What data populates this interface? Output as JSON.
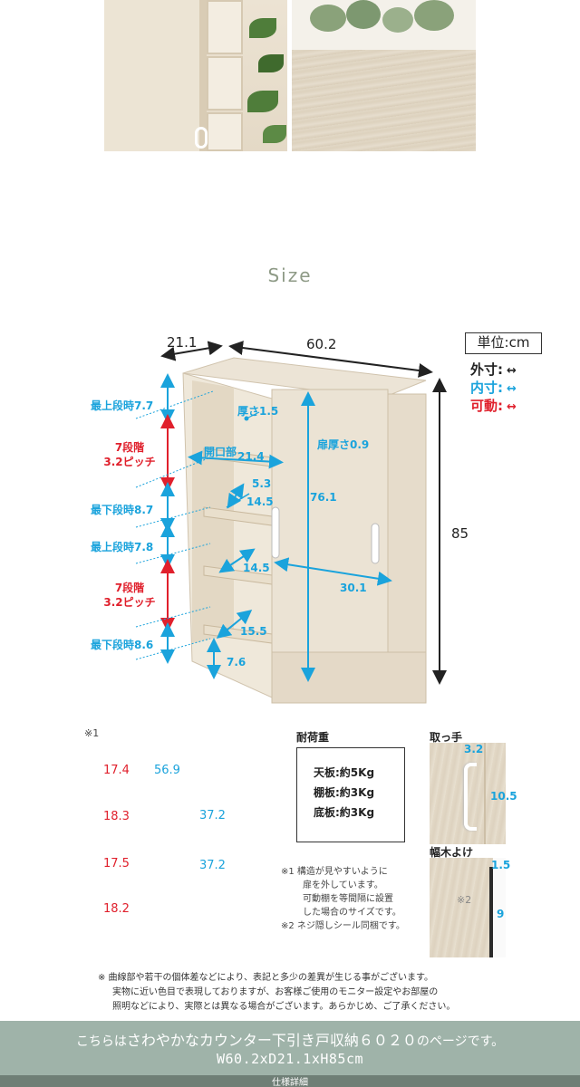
{
  "size_title": "Size",
  "main": {
    "depth": "21.1",
    "width": "60.2",
    "height": "85",
    "top_gap": "最上段時7.7",
    "steps_top_line1": "7段階",
    "steps_top_line2": "3.2ピッチ",
    "bottom_gap_top": "最下段時8.7",
    "top_gap_bottom": "最上段時7.8",
    "steps_bottom_line1": "7段階",
    "steps_bottom_line2": "3.2ピッチ",
    "bottom_gap_bottom": "最下段時8.6",
    "shelf_thickness": "厚さ1.5",
    "opening_label": "開口部",
    "opening_value": "21.4",
    "v53": "5.3",
    "v145a": "14.5",
    "v145b": "14.5",
    "v155": "15.5",
    "v76": "7.6",
    "door_thickness": "扉厚さ0.9",
    "inner_height": "76.1",
    "inner_width": "30.1"
  },
  "legend": {
    "unit": "単位:cm",
    "outer": "外寸:",
    "inner": "内寸:",
    "movable": "可動:",
    "colors": {
      "outer": "#222222",
      "inner": "#1aa3dc",
      "movable": "#e0202c"
    }
  },
  "panel1": {
    "note_mark": "※1",
    "r1": "17.4",
    "r2": "18.3",
    "r3": "17.5",
    "r4": "18.2",
    "b_width": "56.9",
    "b1": "37.2",
    "b2": "37.2"
  },
  "load": {
    "title": "耐荷重",
    "top": "天板:約5Kg",
    "shelf": "棚板:約3Kg",
    "bottom": "底板:約3Kg"
  },
  "notes": [
    "※1 構造が見やすいように",
    "扉を外しています。",
    "可動棚を等間隔に設置",
    "した場合のサイズです。",
    "※2 ネジ隠しシール同梱です。"
  ],
  "handle": {
    "title": "取っ手",
    "w": "3.2",
    "h": "10.5"
  },
  "baseboard": {
    "title": "幅木よけ",
    "w": "1.5",
    "h": "9",
    "mark": "※2"
  },
  "disclaimer": [
    "※ 曲線部や若干の個体差などにより、表記と多少の差異が生じる事がございます。",
    "実物に近い色目で表現しておりますが、お客様ご使用のモニター設定やお部屋の",
    "照明などにより、実際とは異なる場合がございます。あらかじめ、ご了承ください。"
  ],
  "footer": {
    "prefix": "こちらは",
    "product": "さわやかなカウンター下引き戸収納６０２０",
    "suffix": "のページです。",
    "dims": "W60.2xD21.1xH85cm",
    "spec": "仕様詳細"
  }
}
